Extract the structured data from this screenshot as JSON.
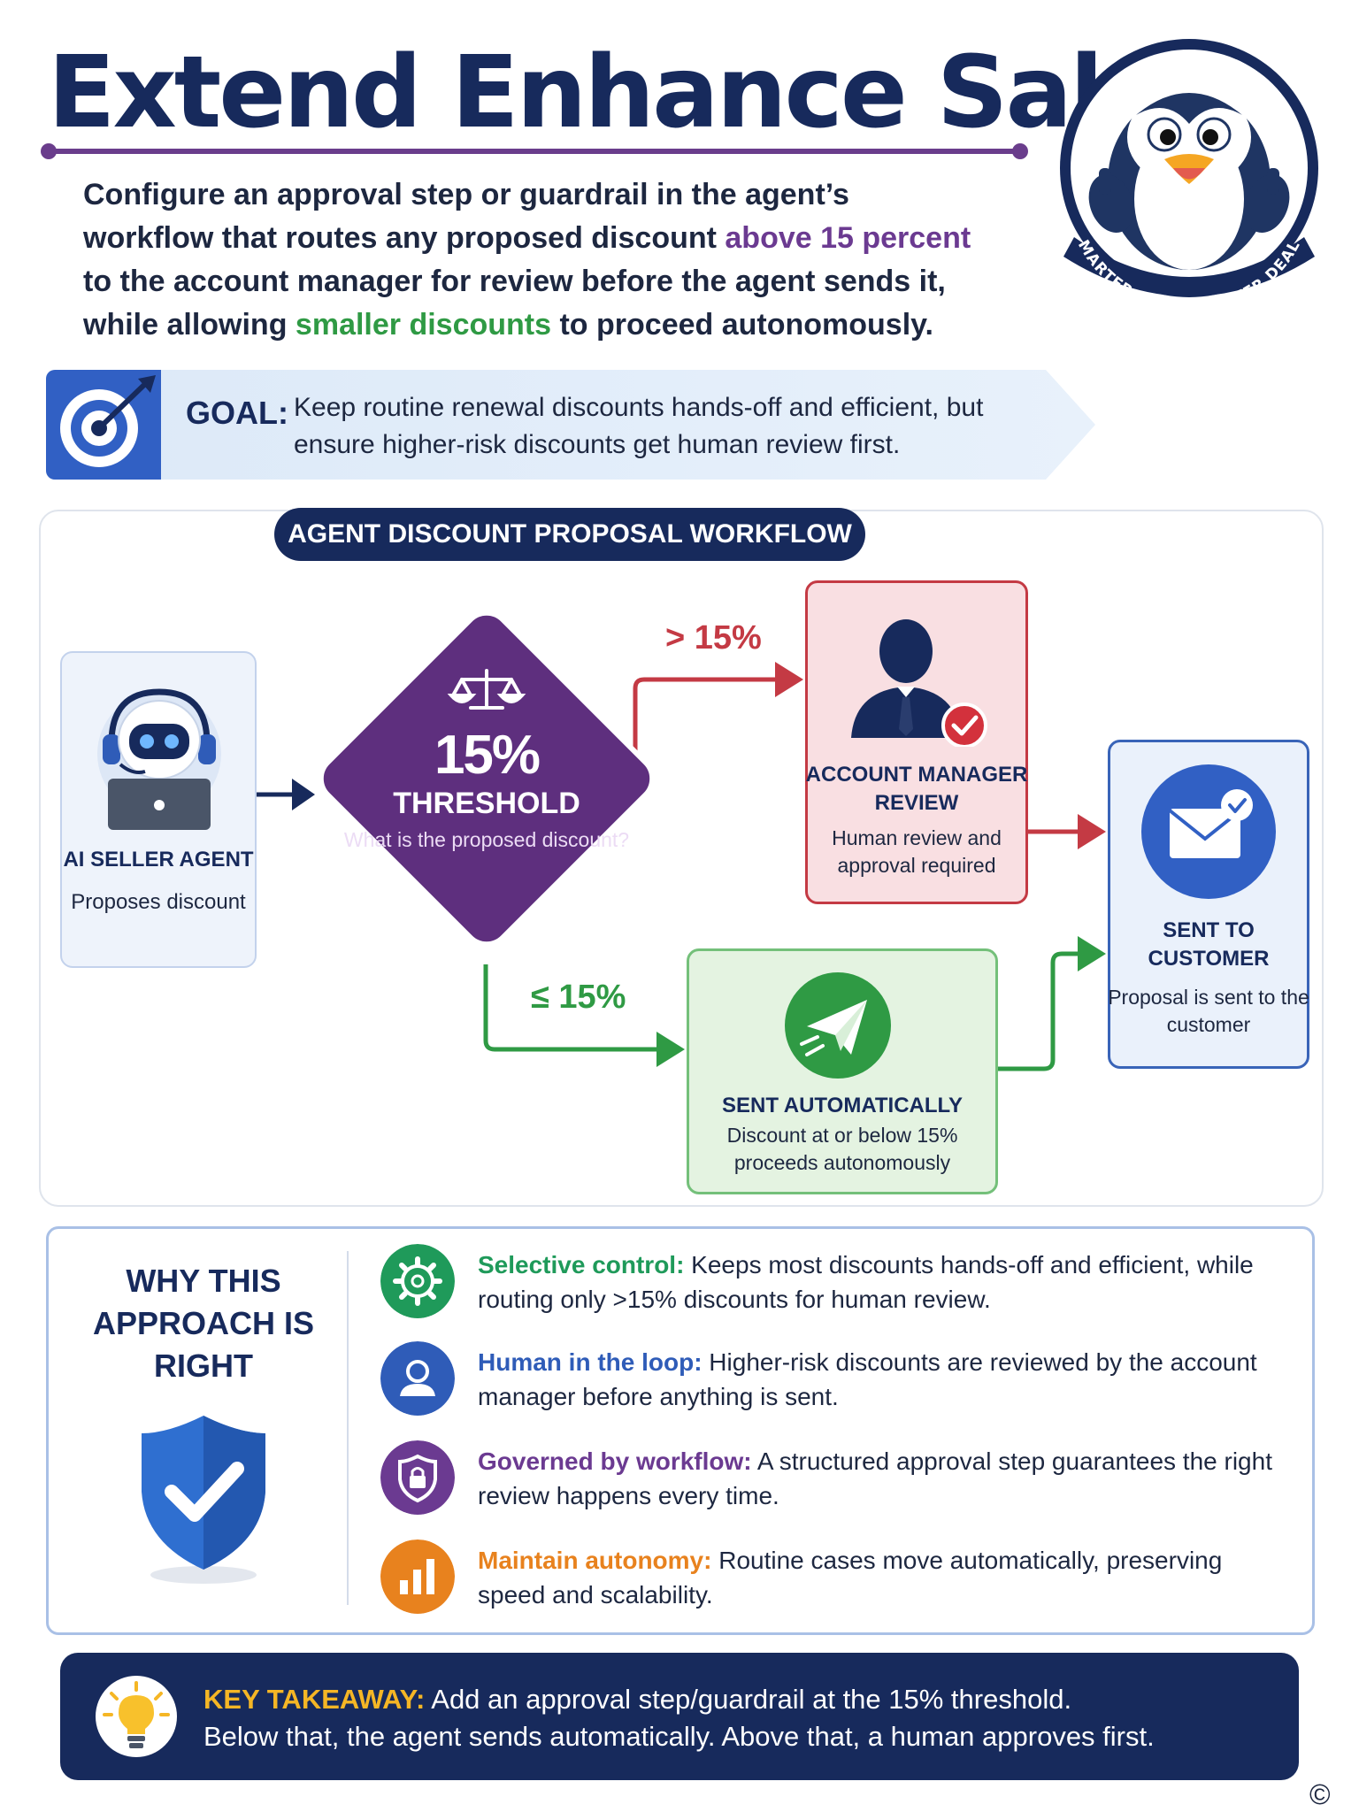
{
  "header": {
    "title": "Extend Enhance Sales",
    "intro": {
      "part1": "Configure an approval step or guardrail in the agent’s workflow that routes any proposed discount ",
      "highlight1": "above 15 percent",
      "part2": " to the account manager for review before the agent sends it, while allowing ",
      "highlight2": "smaller discounts",
      "part3": " to proceed autonomously."
    }
  },
  "mascot": {
    "badge_text": "SMARTER SALES, BETTER DEALS",
    "icon": "penguin-thumbs-up"
  },
  "goal": {
    "label": "GOAL:",
    "text": "Keep routine renewal discounts hands-off and efficient, but ensure higher-risk discounts get human review first.",
    "icon": "target-icon"
  },
  "workflow": {
    "title": "AGENT DISCOUNT PROPOSAL WORKFLOW",
    "agent": {
      "title": "AI SELLER AGENT",
      "desc": "Proposes discount",
      "icon": "robot-icon"
    },
    "decision": {
      "value": "15%",
      "label": "THRESHOLD",
      "question": "What is the proposed discount?",
      "icon": "scales-icon"
    },
    "branch_high": "> 15%",
    "branch_low": "≤ 15%",
    "review": {
      "title": "ACCOUNT MANAGER REVIEW",
      "desc": "Human review and approval required",
      "icon": "person-check-icon"
    },
    "auto": {
      "title": "SENT AUTOMATICALLY",
      "desc": "Discount at or below 15% proceeds autonomously",
      "icon": "paper-plane-icon"
    },
    "customer": {
      "title": "SENT TO CUSTOMER",
      "desc": "Proposal is sent to the customer",
      "icon": "envelope-check-icon"
    },
    "colors": {
      "high": "#c43a44",
      "low": "#2f9a44",
      "decision": "#5e2f7e",
      "navy": "#172a5c"
    }
  },
  "why": {
    "heading": "WHY THIS APPROACH IS RIGHT",
    "reasons": [
      {
        "head": "Selective control:",
        "text": " Keeps most discounts hands-off and efficient, while routing only >15% discounts for human review.",
        "color": "#1f9a5a",
        "icon": "gear-icon"
      },
      {
        "head": "Human in the loop:",
        "text": " Higher-risk discounts are reviewed by the account manager before anything is sent.",
        "color": "#2f5cb8",
        "icon": "user-icon"
      },
      {
        "head": "Governed by workflow:",
        "text": " A structured approval step guarantees the right review happens every time.",
        "color": "#6b3a91",
        "icon": "lock-shield-icon"
      },
      {
        "head": "Maintain autonomy:",
        "text": " Routine cases move automatically, preserving speed and scalability.",
        "color": "#e8821e",
        "icon": "bar-chart-icon"
      }
    ]
  },
  "takeaway": {
    "label": "KEY TAKEAWAY:",
    "line1": " Add an approval step/guardrail at the 15% threshold.",
    "line2": "Below that, the agent sends automatically. Above that, a human approves first.",
    "icon": "lightbulb-icon"
  },
  "footer": {
    "copyright": "©"
  }
}
